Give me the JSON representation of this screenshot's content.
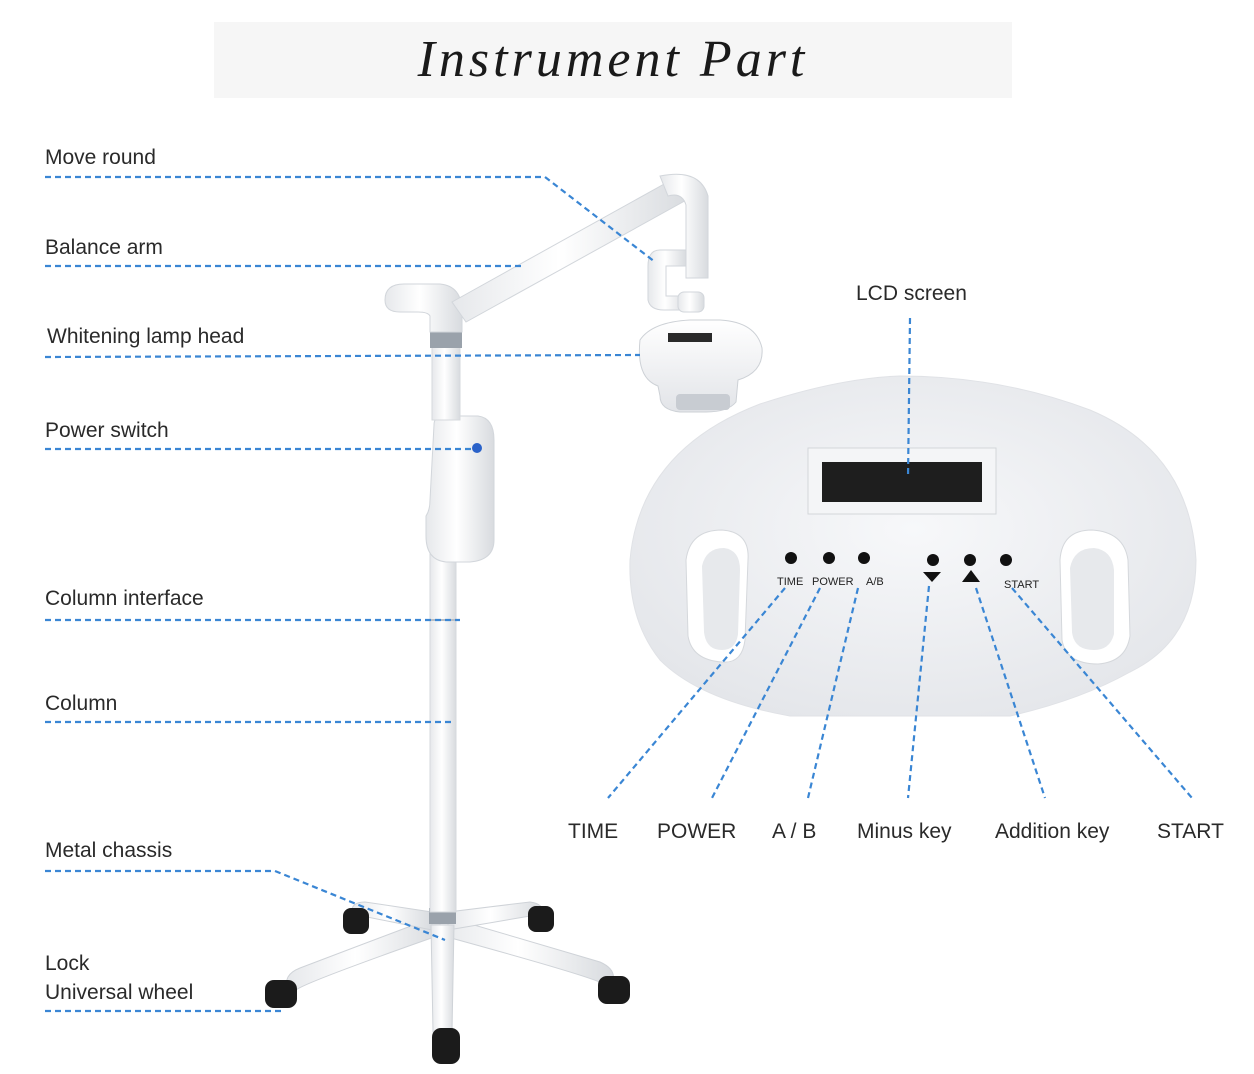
{
  "title": "Instrument Part",
  "left_labels": [
    {
      "id": "move-round",
      "text": "Move round"
    },
    {
      "id": "balance-arm",
      "text": "Balance arm"
    },
    {
      "id": "whitening-lamp-head",
      "text": "Whitening lamp head"
    },
    {
      "id": "power-switch",
      "text": "Power switch"
    },
    {
      "id": "column-interface",
      "text": "Column interface"
    },
    {
      "id": "column",
      "text": "Column"
    },
    {
      "id": "metal-chassis",
      "text": "Metal chassis"
    },
    {
      "id": "lock",
      "text": "Lock"
    },
    {
      "id": "universal-wheel",
      "text": "Universal wheel"
    }
  ],
  "lcd_label": "LCD screen",
  "panel_labels": {
    "time": "TIME",
    "power": "POWER",
    "ab": "A/B",
    "start": "START"
  },
  "bottom_labels": [
    {
      "id": "time",
      "text": "TIME"
    },
    {
      "id": "power",
      "text": "POWER"
    },
    {
      "id": "ab",
      "text": "A / B"
    },
    {
      "id": "minus-key",
      "text": "Minus key"
    },
    {
      "id": "addition-key",
      "text": "Addition key"
    },
    {
      "id": "start",
      "text": "START"
    }
  ],
  "colors": {
    "leader_line": "#3a86d4",
    "device_body": "#f3f4f6",
    "device_shadow": "#d9dce0",
    "lcd": "#1e1e1e",
    "wheel": "#1b1b1b"
  }
}
